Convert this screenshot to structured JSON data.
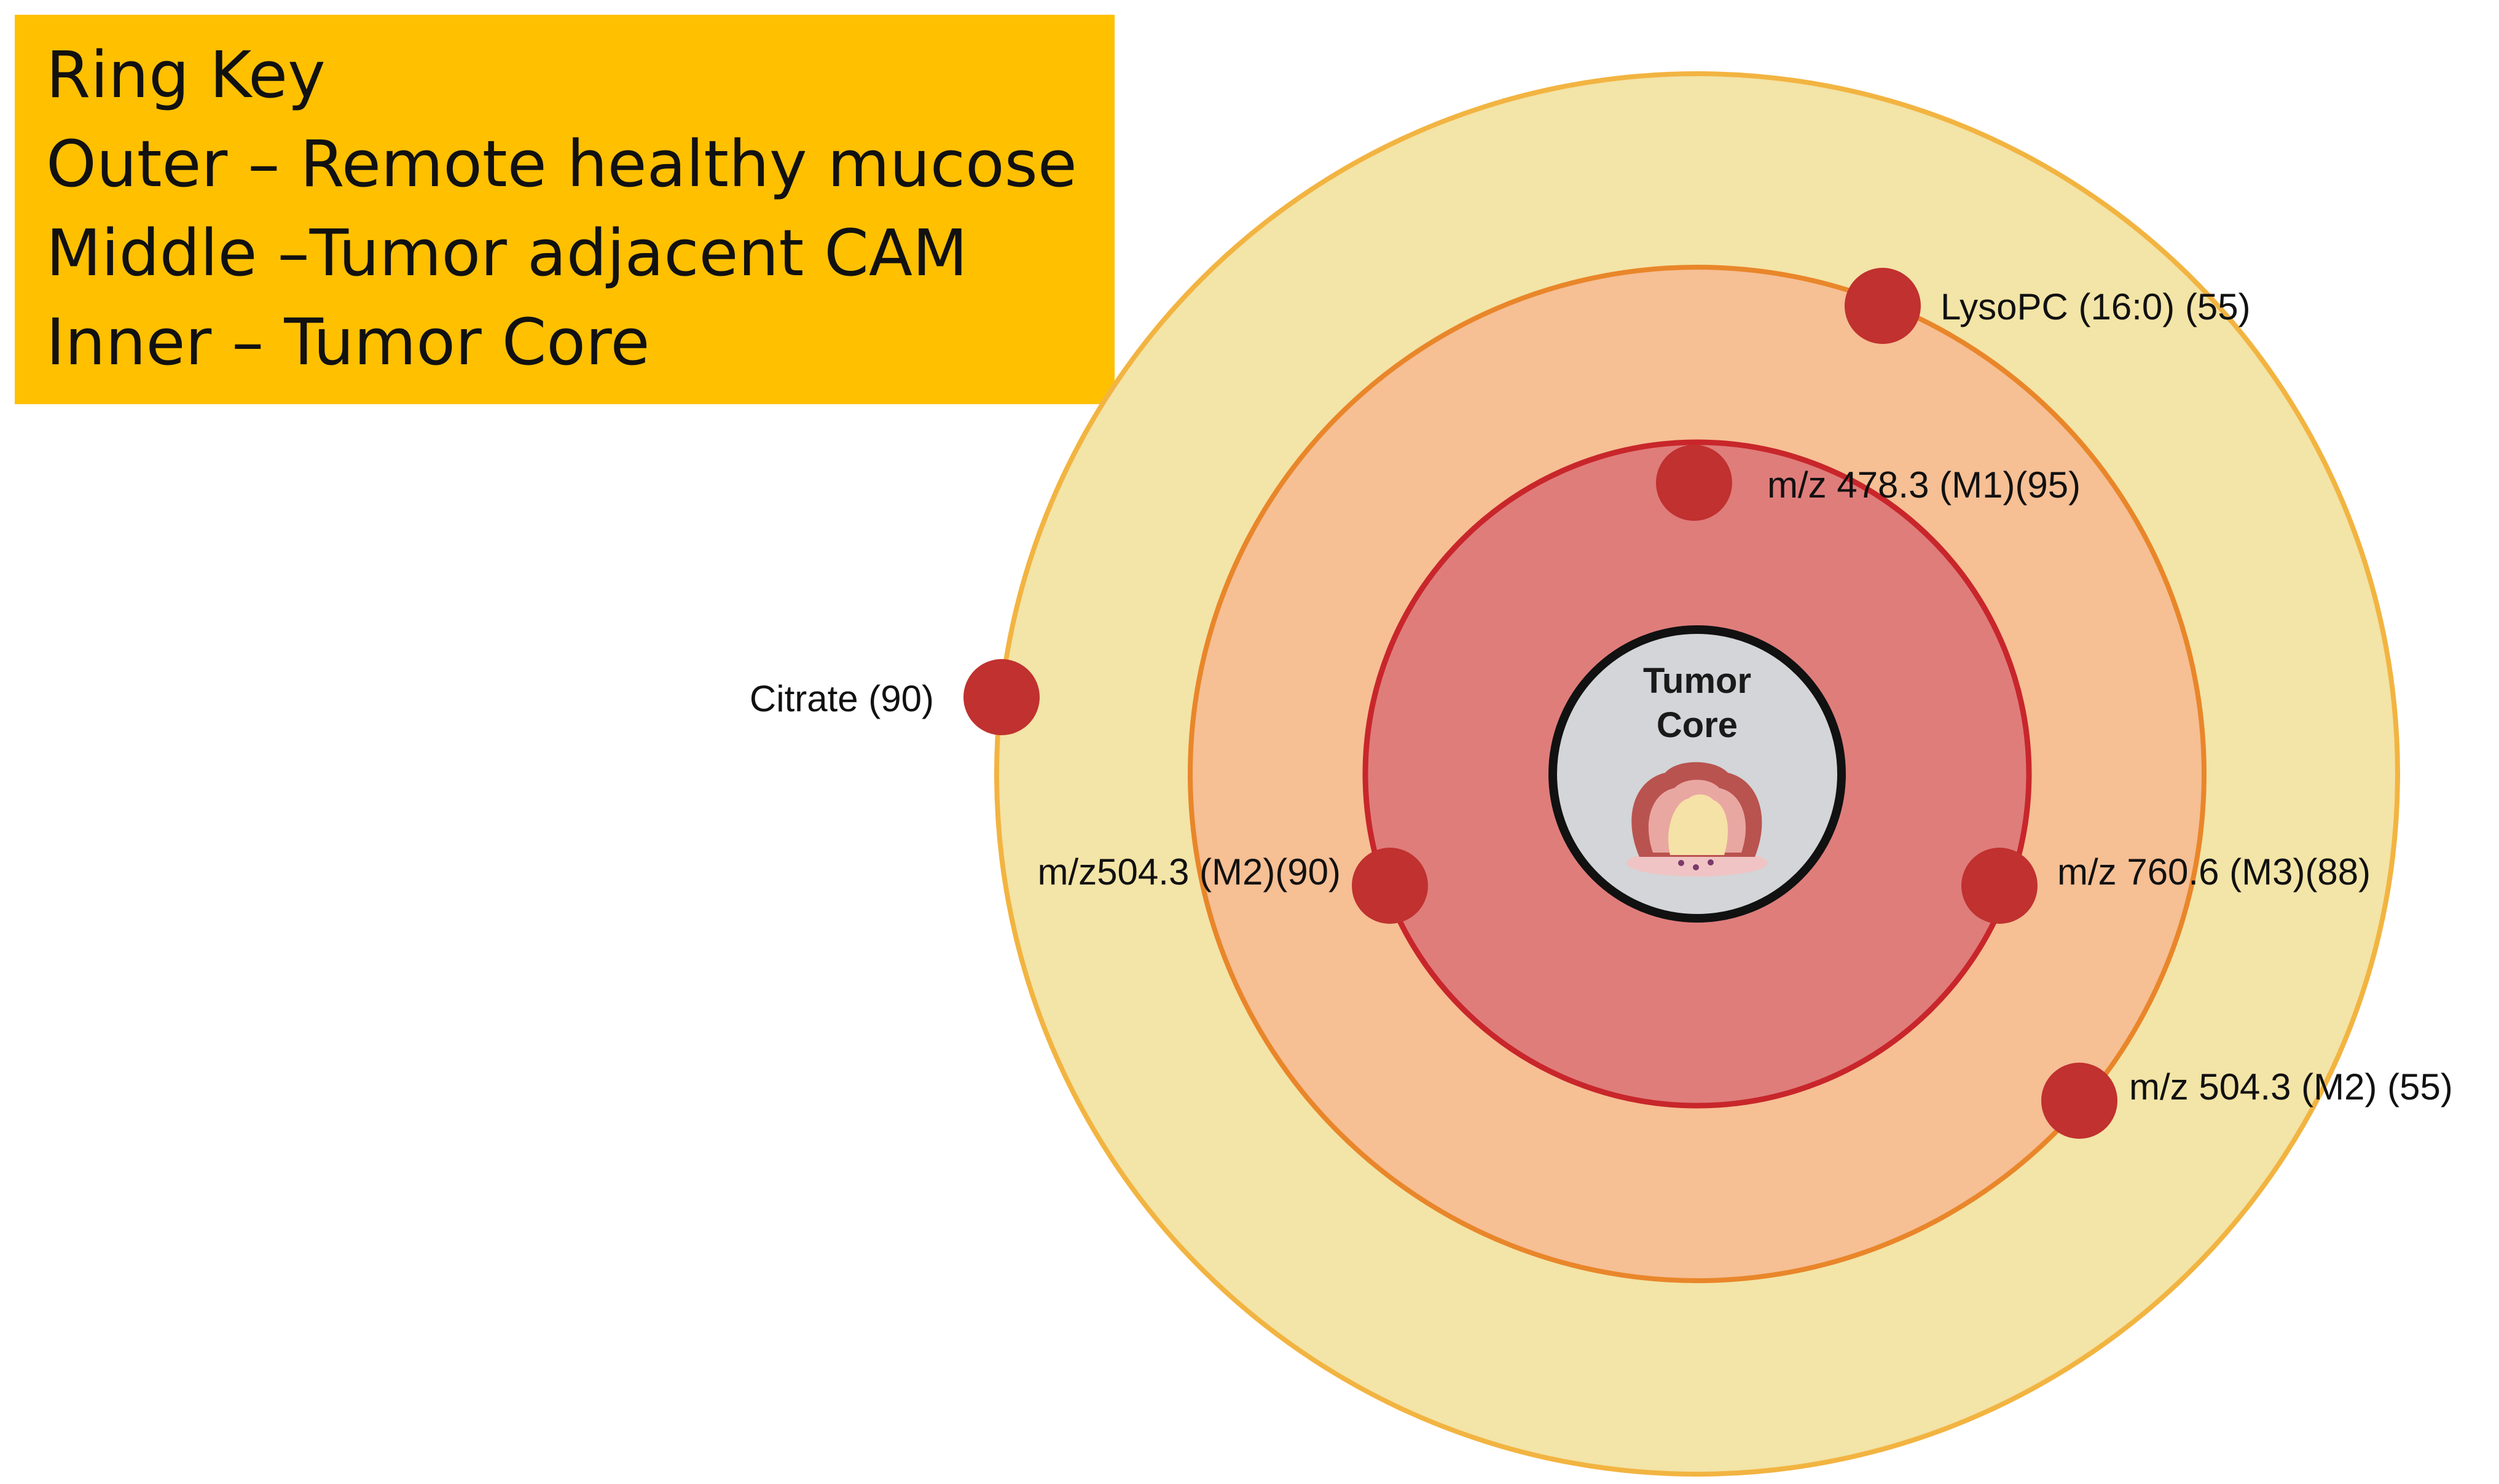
{
  "ring_key": {
    "title": "Ring Key",
    "outer": "Outer –  Remote healthy mucose",
    "middle": "Middle –Tumor adjacent CAM",
    "inner": "Inner – Tumor Core"
  },
  "center": {
    "line1": "Tumor",
    "line2": "Core"
  },
  "markers": {
    "lysopc": "LysoPC (16:0) (55)",
    "m1": "m/z 478.3 (M1)(95)",
    "citrate": "Citrate (90)",
    "m2_inner": "m/z504.3 (M2)(90)",
    "m3": "m/z 760.6 (M3)(88)",
    "m2_outer": "m/z 504.3 (M2) (55)"
  },
  "colors": {
    "key_bg": "#FFC000",
    "outer_fill": "#F3E4A7",
    "outer_stroke": "#F2B441",
    "middle_fill": "#F6BF94",
    "middle_stroke": "#E9862A",
    "inner_fill": "#DF7D7B",
    "inner_stroke": "#C8262B",
    "core_fill": "#D3D5D8",
    "core_stroke": "#111111",
    "marker": "#C0312F"
  }
}
